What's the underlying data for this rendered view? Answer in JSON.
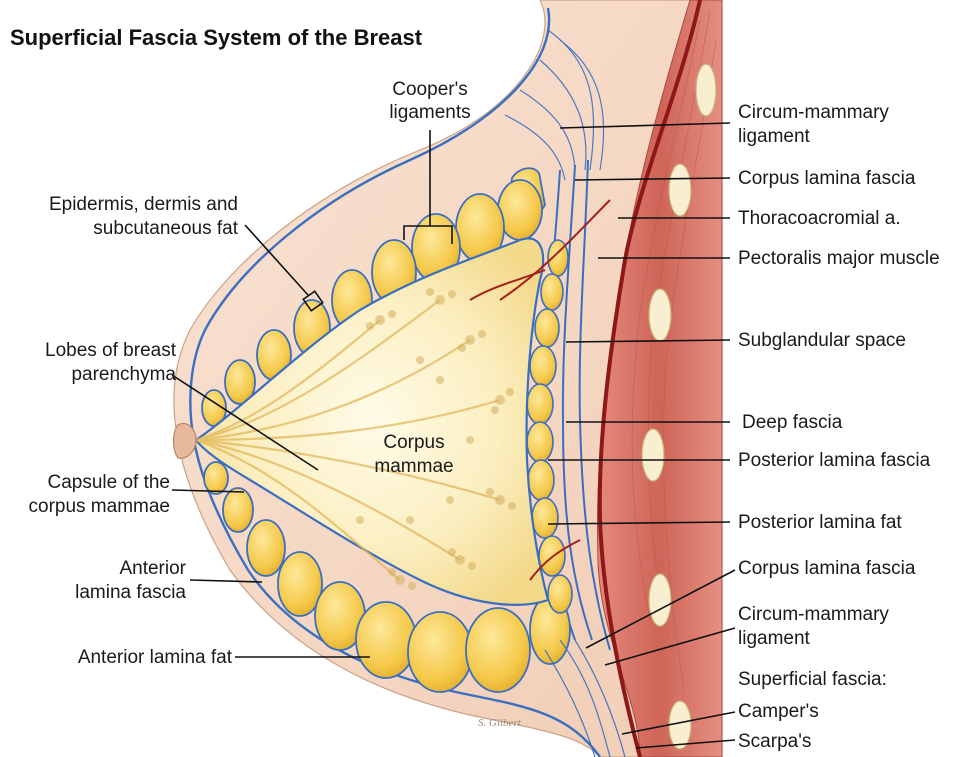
{
  "title": "Superficial Fascia System of the Breast",
  "signature": "S. Gilbert",
  "center_label": {
    "line1": "Corpus",
    "line2": "mammae"
  },
  "labels_left": {
    "coopers": {
      "line1": "Cooper's",
      "line2": "ligaments"
    },
    "epidermis": {
      "line1": "Epidermis, dermis and",
      "line2": "subcutaneous fat"
    },
    "lobes": {
      "line1": "Lobes of breast",
      "line2": "parenchyma"
    },
    "capsule": {
      "line1": "Capsule of the",
      "line2": "corpus mammae"
    },
    "anterior_lamina_fascia": {
      "line1": "Anterior",
      "line2": "lamina fascia"
    },
    "anterior_lamina_fat": "Anterior lamina fat"
  },
  "labels_right": {
    "circum_mammary_top": {
      "line1": "Circum-mammary",
      "line2": "ligament"
    },
    "corpus_lamina_fascia_top": "Corpus lamina fascia",
    "thoracoacromial": "Thoracoacromial a.",
    "pectoralis": "Pectoralis major muscle",
    "subglandular": "Subglandular space",
    "deep_fascia": "Deep fascia",
    "posterior_lamina_fascia": "Posterior lamina fascia",
    "posterior_lamina_fat": "Posterior lamina fat",
    "corpus_lamina_fascia_bottom": "Corpus lamina fascia",
    "circum_mammary_bottom": {
      "line1": "Circum-mammary",
      "line2": "ligament"
    },
    "superficial_fascia": "Superficial  fascia:",
    "campers": "Camper's",
    "scarpas": "Scarpa's"
  },
  "colors": {
    "skin": "#f6d9c4",
    "fat_lobule": "#f6cf5a",
    "fat_light": "#fbe49a",
    "fascia_blue": "#3a6fc0",
    "muscle": "#d9766a",
    "chest_wall": "#f8e2dc",
    "artery": "#9b1c1c",
    "rib": "#f7efd2",
    "leader": "#111111"
  }
}
